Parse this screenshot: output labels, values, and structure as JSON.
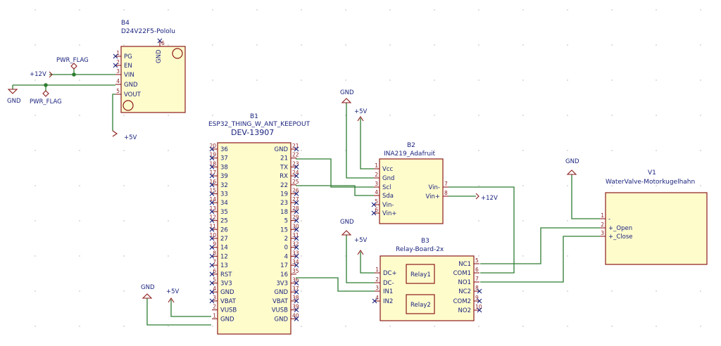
{
  "b4": {
    "ref": "B4",
    "value": "D24V22F5-Pololu",
    "pins": [
      [
        "1",
        "PG"
      ],
      [
        "2",
        "EN"
      ],
      [
        "3",
        "VIN"
      ],
      [
        "4",
        "GND"
      ],
      [
        "5",
        "VOUT"
      ]
    ],
    "top_pin": {
      "num": "6",
      "name": "GND"
    }
  },
  "b1": {
    "ref": "B1",
    "footprint": "ESP32_THING_W_ANT_KEEPOUT",
    "value": "DEV-13907",
    "left": [
      [
        "20",
        "36"
      ],
      [
        "19",
        "37"
      ],
      [
        "18",
        "38"
      ],
      [
        "17",
        "39"
      ],
      [
        "16",
        "32"
      ],
      [
        "15",
        "33"
      ],
      [
        "14",
        "34"
      ],
      [
        "13",
        "35"
      ],
      [
        "12",
        "25"
      ],
      [
        "11",
        "26"
      ],
      [
        "10",
        "27"
      ],
      [
        "9",
        "14"
      ],
      [
        "8",
        "12"
      ],
      [
        "7",
        "13"
      ],
      [
        "6",
        "RST"
      ],
      [
        "5",
        "3V3"
      ],
      [
        "4",
        "GND"
      ],
      [
        "3",
        "VBAT"
      ],
      [
        "2",
        "VUSB"
      ],
      [
        "1",
        "GND"
      ]
    ],
    "right": [
      [
        "21",
        "GND"
      ],
      [
        "22",
        "21"
      ],
      [
        "23",
        "TX"
      ],
      [
        "24",
        "RX"
      ],
      [
        "25",
        "22"
      ],
      [
        "26",
        "19"
      ],
      [
        "27",
        "23"
      ],
      [
        "28",
        "18"
      ],
      [
        "29",
        "5"
      ],
      [
        "30",
        "15"
      ],
      [
        "31",
        "2"
      ],
      [
        "32",
        "0"
      ],
      [
        "33",
        "4"
      ],
      [
        "34",
        "17"
      ],
      [
        "35",
        "16"
      ],
      [
        "36",
        "3V3"
      ],
      [
        "37",
        "GND"
      ],
      [
        "38",
        "VBAT"
      ],
      [
        "39",
        "VUSB"
      ],
      [
        "40",
        "GND"
      ]
    ]
  },
  "b2": {
    "ref": "B2",
    "value": "INA219_Adafruit",
    "left": [
      [
        "1",
        "Vcc"
      ],
      [
        "2",
        "Gnd"
      ],
      [
        "3",
        "Scl"
      ],
      [
        "4",
        "Sda"
      ],
      [
        "5",
        "Vin-"
      ],
      [
        "6",
        "Vin+"
      ]
    ],
    "right": [
      [
        "7",
        "Vin-"
      ],
      [
        "8",
        "Vin+"
      ]
    ]
  },
  "b3": {
    "ref": "B3",
    "value": "Relay-Board-2x",
    "left": [
      [
        "1",
        "DC+"
      ],
      [
        "2",
        "DC-"
      ],
      [
        "3",
        "IN1"
      ],
      [
        "4",
        "IN2"
      ]
    ],
    "right": [
      [
        "5",
        "NC1"
      ],
      [
        "6",
        "COM1"
      ],
      [
        "7",
        "NO1"
      ],
      [
        "8",
        "NC2"
      ],
      [
        "9",
        "COM2"
      ],
      [
        "10",
        "NO2"
      ]
    ],
    "relays": [
      "Relay1",
      "Relay2"
    ]
  },
  "v1": {
    "ref": "V1",
    "value": "WaterValve-Motorkugelhahn",
    "pins": [
      [
        "1",
        "-"
      ],
      [
        "2",
        "+_Open"
      ],
      [
        "3",
        "+_Close"
      ]
    ]
  },
  "power": {
    "gnd": "GND",
    "plus5v": "+5V",
    "plus12v": "+12V",
    "pwr_flag": "PWR_FLAG"
  }
}
